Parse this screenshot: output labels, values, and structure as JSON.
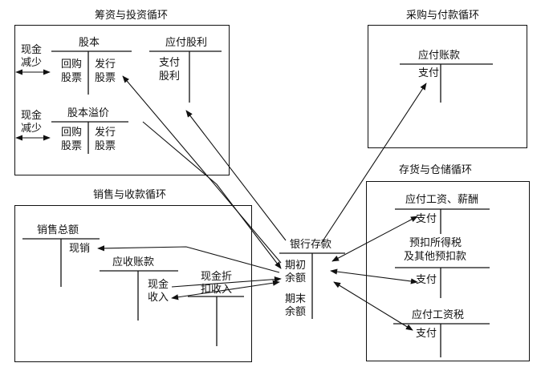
{
  "sections": {
    "financing": "筹资与投资循环",
    "purchasing": "采购与付款循环",
    "inventory": "存货与仓储循环",
    "sales": "销售与收款循环"
  },
  "accounts": {
    "share_capital": {
      "title": "股本",
      "debit": [
        "回购",
        "股票"
      ],
      "credit": [
        "发行",
        "股票"
      ],
      "side_note": [
        "现金",
        "减少"
      ]
    },
    "dividends_payable": {
      "title": "应付股利",
      "debit": [
        "支付",
        "股利"
      ]
    },
    "share_premium": {
      "title": "股本溢价",
      "debit": [
        "回购",
        "股票"
      ],
      "credit": [
        "发行",
        "股票"
      ],
      "side_note": [
        "现金",
        "减少"
      ]
    },
    "accounts_payable": {
      "title": "应付账款",
      "debit": [
        "支付"
      ]
    },
    "wages_payable": {
      "title": "应付工资、薪酬",
      "debit": [
        "支付"
      ]
    },
    "withholding": {
      "title": [
        "预扣所得税",
        "及其他预扣款"
      ],
      "debit": [
        "支付"
      ]
    },
    "payroll_tax": {
      "title": "应付工资税",
      "debit": [
        "支付"
      ]
    },
    "sales_total": {
      "title": "销售总额",
      "credit": [
        "现销"
      ]
    },
    "accounts_receivable": {
      "title": "应收账款",
      "credit": [
        "现金",
        "收入"
      ]
    },
    "cash_discount": {
      "title": [
        "现金折",
        "扣收入"
      ]
    },
    "bank_deposit": {
      "title": "银行存款",
      "debit_open": [
        "期初",
        "余额"
      ],
      "debit_close": [
        "期末",
        "余额"
      ]
    }
  }
}
